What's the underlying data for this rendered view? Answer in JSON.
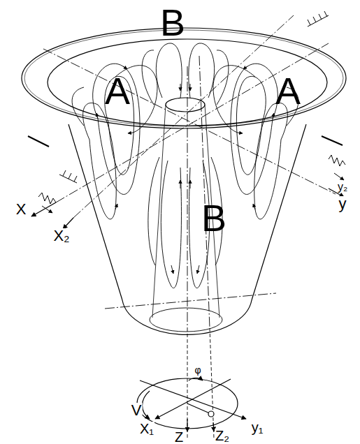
{
  "diagram": {
    "labels": [
      "B",
      "A",
      "A",
      "B",
      "X",
      "X₂",
      "y₂",
      "y",
      "φ",
      "V",
      "X₁",
      "Z",
      "Z₂",
      "y₁"
    ]
  }
}
